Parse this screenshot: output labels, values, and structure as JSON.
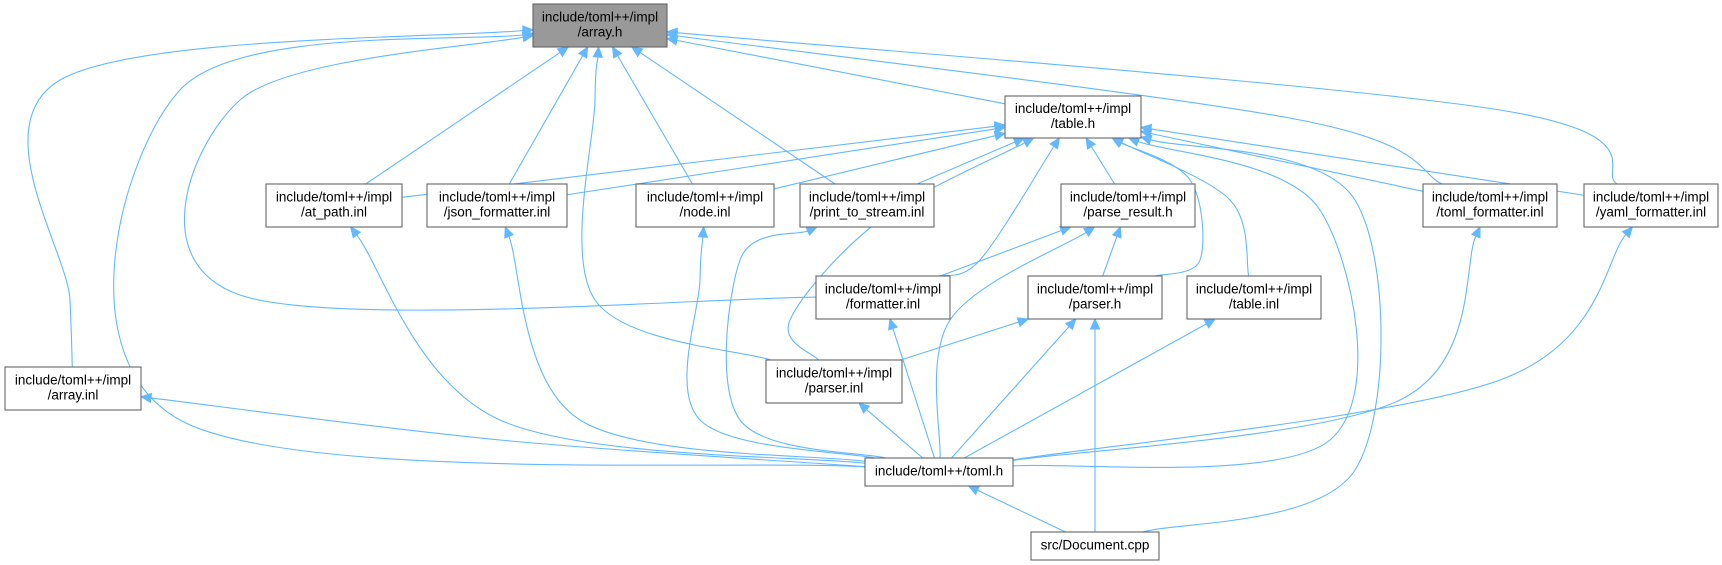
{
  "diagram": {
    "nodes": [
      {
        "id": "array_h",
        "lines": [
          "include/toml++/impl",
          "/array.h"
        ],
        "highlight": true
      },
      {
        "id": "table_h",
        "lines": [
          "include/toml++/impl",
          "/table.h"
        ]
      },
      {
        "id": "at_path_inl",
        "lines": [
          "include/toml++/impl",
          "/at_path.inl"
        ]
      },
      {
        "id": "json_formatter_inl",
        "lines": [
          "include/toml++/impl",
          "/json_formatter.inl"
        ]
      },
      {
        "id": "node_inl",
        "lines": [
          "include/toml++/impl",
          "/node.inl"
        ]
      },
      {
        "id": "print_to_stream_inl",
        "lines": [
          "include/toml++/impl",
          "/print_to_stream.inl"
        ]
      },
      {
        "id": "parse_result_h",
        "lines": [
          "include/toml++/impl",
          "/parse_result.h"
        ]
      },
      {
        "id": "toml_formatter_inl",
        "lines": [
          "include/toml++/impl",
          "/toml_formatter.inl"
        ]
      },
      {
        "id": "yaml_formatter_inl",
        "lines": [
          "include/toml++/impl",
          "/yaml_formatter.inl"
        ]
      },
      {
        "id": "formatter_inl",
        "lines": [
          "include/toml++/impl",
          "/formatter.inl"
        ]
      },
      {
        "id": "parser_h",
        "lines": [
          "include/toml++/impl",
          "/parser.h"
        ]
      },
      {
        "id": "table_inl",
        "lines": [
          "include/toml++/impl",
          "/table.inl"
        ]
      },
      {
        "id": "array_inl",
        "lines": [
          "include/toml++/impl",
          "/array.inl"
        ]
      },
      {
        "id": "parser_inl",
        "lines": [
          "include/toml++/impl",
          "/parser.inl"
        ]
      },
      {
        "id": "toml_h",
        "lines": [
          "include/toml++/toml.h"
        ]
      },
      {
        "id": "document_cpp",
        "lines": [
          "src/Document.cpp"
        ]
      }
    ],
    "edges": [
      {
        "from": "array_inl",
        "to": "array_h"
      },
      {
        "from": "toml_h",
        "to": "array_h"
      },
      {
        "from": "formatter_inl",
        "to": "array_h"
      },
      {
        "from": "at_path_inl",
        "to": "array_h"
      },
      {
        "from": "json_formatter_inl",
        "to": "array_h"
      },
      {
        "from": "parser_inl",
        "to": "array_h"
      },
      {
        "from": "node_inl",
        "to": "array_h"
      },
      {
        "from": "print_to_stream_inl",
        "to": "array_h"
      },
      {
        "from": "table_h",
        "to": "array_h"
      },
      {
        "from": "toml_formatter_inl",
        "to": "array_h"
      },
      {
        "from": "yaml_formatter_inl",
        "to": "array_h"
      },
      {
        "from": "at_path_inl",
        "to": "table_h"
      },
      {
        "from": "json_formatter_inl",
        "to": "table_h"
      },
      {
        "from": "node_inl",
        "to": "table_h"
      },
      {
        "from": "print_to_stream_inl",
        "to": "table_h"
      },
      {
        "from": "parser_inl",
        "to": "table_h"
      },
      {
        "from": "formatter_inl",
        "to": "table_h"
      },
      {
        "from": "parse_result_h",
        "to": "table_h"
      },
      {
        "from": "parser_h",
        "to": "table_h"
      },
      {
        "from": "table_inl",
        "to": "table_h"
      },
      {
        "from": "toml_h",
        "to": "table_h"
      },
      {
        "from": "document_cpp",
        "to": "table_h"
      },
      {
        "from": "toml_formatter_inl",
        "to": "table_h"
      },
      {
        "from": "yaml_formatter_inl",
        "to": "table_h"
      },
      {
        "from": "formatter_inl",
        "to": "parse_result_h"
      },
      {
        "from": "parser_h",
        "to": "parse_result_h"
      },
      {
        "from": "toml_h",
        "to": "parse_result_h"
      },
      {
        "from": "parser_inl",
        "to": "parser_h"
      },
      {
        "from": "toml_h",
        "to": "parser_h"
      },
      {
        "from": "document_cpp",
        "to": "parser_h"
      },
      {
        "from": "toml_h",
        "to": "array_inl"
      },
      {
        "from": "toml_h",
        "to": "at_path_inl"
      },
      {
        "from": "toml_h",
        "to": "json_formatter_inl"
      },
      {
        "from": "toml_h",
        "to": "node_inl"
      },
      {
        "from": "toml_h",
        "to": "print_to_stream_inl"
      },
      {
        "from": "toml_h",
        "to": "formatter_inl"
      },
      {
        "from": "toml_h",
        "to": "parser_inl"
      },
      {
        "from": "toml_h",
        "to": "table_inl"
      },
      {
        "from": "toml_h",
        "to": "toml_formatter_inl"
      },
      {
        "from": "toml_h",
        "to": "yaml_formatter_inl"
      },
      {
        "from": "document_cpp",
        "to": "toml_h"
      }
    ]
  },
  "colors": {
    "edge": "#63b8ff",
    "node_border": "#666666",
    "highlight_fill": "#999999",
    "background": "#ffffff"
  }
}
